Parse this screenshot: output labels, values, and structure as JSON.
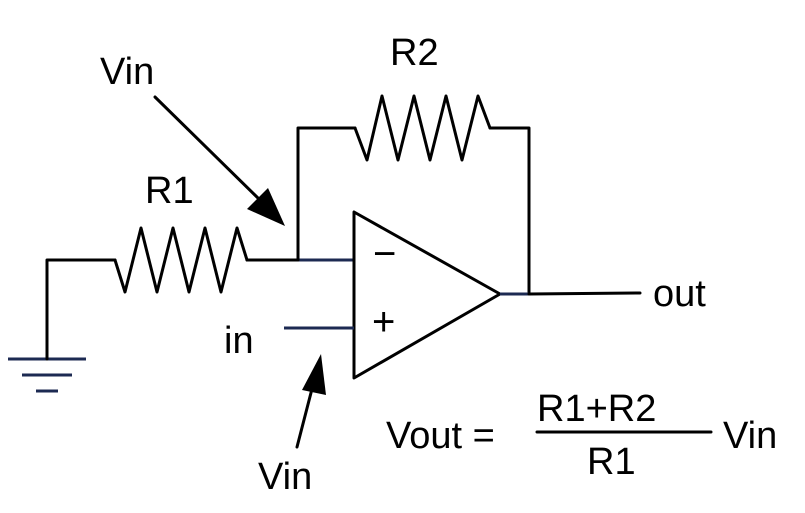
{
  "labels": {
    "r1": "R1",
    "r2": "R2",
    "vin_top": "Vin",
    "vin_bottom": "Vin",
    "in": "in",
    "out": "out",
    "minus": "−",
    "plus": "+"
  },
  "formula": {
    "lhs": "Vout =",
    "numerator": "R1+R2",
    "denominator": "R1",
    "rhs": "Vin"
  },
  "colors": {
    "wire": "#000000",
    "pin": "#1c2a52"
  }
}
